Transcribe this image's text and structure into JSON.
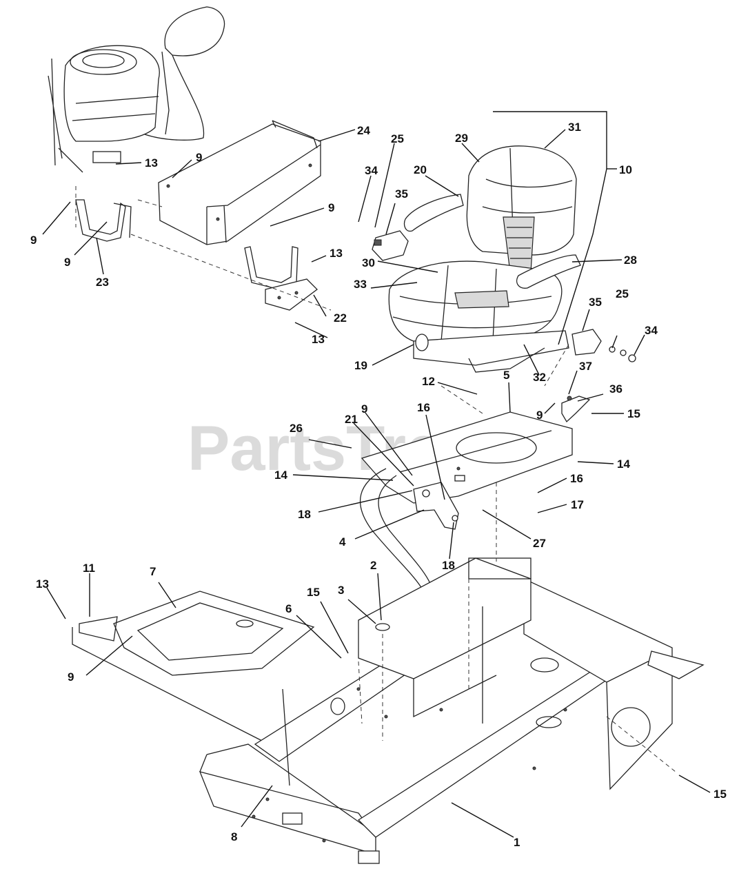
{
  "watermark": "PartsTree",
  "callouts": {
    "c1": "1",
    "c2": "2",
    "c3": "3",
    "c4": "4",
    "c5": "5",
    "c6": "6",
    "c7": "7",
    "c8": "8",
    "c9a": "9",
    "c9b": "9",
    "c9c": "9",
    "c9d": "9",
    "c9e": "9",
    "c9f": "9",
    "c9g": "9",
    "c10": "10",
    "c11": "11",
    "c12": "12",
    "c13a": "13",
    "c13b": "13",
    "c13c": "13",
    "c13d": "13",
    "c14a": "14",
    "c14b": "14",
    "c15a": "15",
    "c15b": "15",
    "c15c": "15",
    "c16a": "16",
    "c16b": "16",
    "c17": "17",
    "c18a": "18",
    "c18b": "18",
    "c19": "19",
    "c20": "20",
    "c21": "21",
    "c22": "22",
    "c23": "23",
    "c24": "24",
    "c25a": "25",
    "c25b": "25",
    "c26": "26",
    "c27": "27",
    "c28": "28",
    "c29": "29",
    "c30": "30",
    "c31": "31",
    "c32": "32",
    "c33": "33",
    "c34a": "34",
    "c34b": "34",
    "c35a": "35",
    "c35b": "35",
    "c36": "36",
    "c37": "37"
  }
}
